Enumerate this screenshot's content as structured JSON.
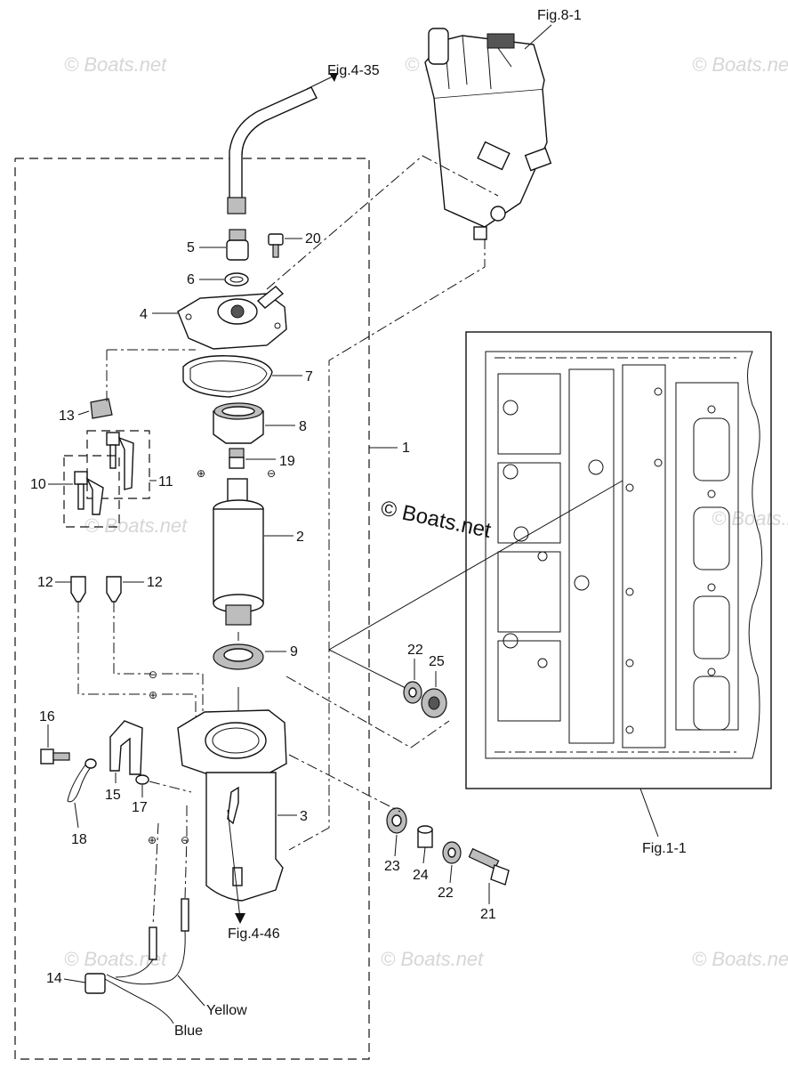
{
  "watermarks": [
    "© Boats.net",
    "© Boats.net",
    "© Boats.net",
    "© Boats.net",
    "© Boats.net",
    "© Boats.net",
    "© Boats.net",
    "© Boats.net"
  ],
  "center_watermark": "© Boats.net",
  "refs": {
    "fig_8_1": "Fig.8-1",
    "fig_4_35": "Fig.4-35",
    "fig_1_1": "Fig.1-1",
    "fig_4_46": "Fig.4-46"
  },
  "wires": {
    "yellow": "Yellow",
    "blue": "Blue"
  },
  "polarity": {
    "plus": "⊕",
    "minus": "⊖"
  },
  "parts": {
    "p1": "1",
    "p2": "2",
    "p3": "3",
    "p4": "4",
    "p5": "5",
    "p6": "6",
    "p7": "7",
    "p8": "8",
    "p9": "9",
    "p10": "10",
    "p11": "11",
    "p12a": "12",
    "p12b": "12",
    "p13": "13",
    "p14": "14",
    "p15": "15",
    "p16": "16",
    "p17": "17",
    "p18": "18",
    "p19": "19",
    "p20": "20",
    "p21": "21",
    "p22a": "22",
    "p22b": "22",
    "p23": "23",
    "p24": "24",
    "p25": "25"
  }
}
